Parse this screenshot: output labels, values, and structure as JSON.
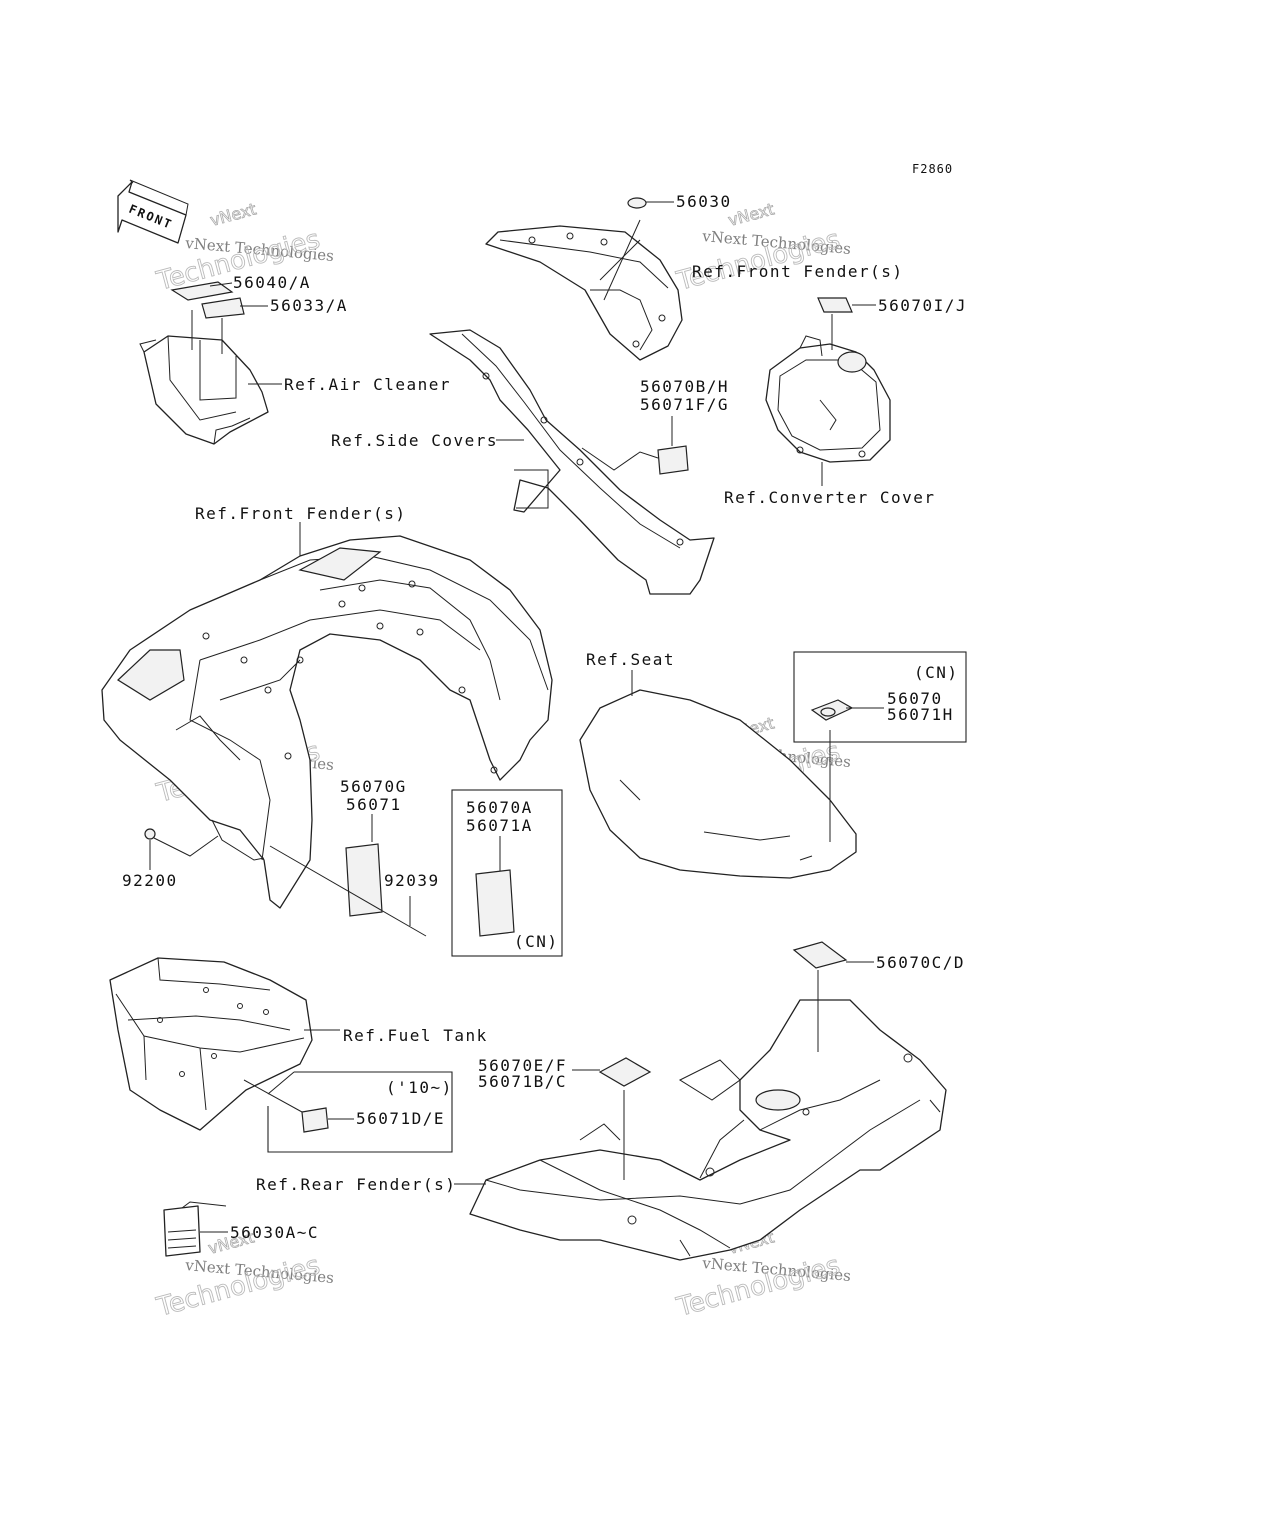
{
  "figure_code": "F2860",
  "front_arrow": "FRONT",
  "watermark": {
    "line1": "vNext",
    "line2": "vNext Technologies",
    "line3": "Technologies"
  },
  "labels": {
    "p56030": "56030",
    "ref_front_fender_top": "Ref.Front Fender(s)",
    "p56040a": "56040/A",
    "p56033a": "56033/A",
    "ref_air_cleaner": "Ref.Air Cleaner",
    "p56070ij": "56070I/J",
    "p56070bh": "56070B/H",
    "p56071fg": "56071F/G",
    "ref_side_covers": "Ref.Side Covers",
    "ref_converter_cover": "Ref.Converter Cover",
    "ref_front_fender_main": "Ref.Front Fender(s)",
    "ref_seat": "Ref.Seat",
    "cn_box_cn": "(CN)",
    "cn_box_p1": "56070",
    "cn_box_p2": "56071H",
    "p56070g": "56070G",
    "p56071": "56071",
    "p92039": "92039",
    "p92200": "92200",
    "box2_p1": "56070A",
    "box2_p2": "56071A",
    "box2_cn": "(CN)",
    "p56070cd": "56070C/D",
    "ref_fuel_tank": "Ref.Fuel Tank",
    "p56070ef": "56070E/F",
    "p56071bc": "56071B/C",
    "box3_year": "('10~)",
    "p56071de": "56071D/E",
    "ref_rear_fender": "Ref.Rear Fender(s)",
    "p56030ac": "56030A~C"
  }
}
